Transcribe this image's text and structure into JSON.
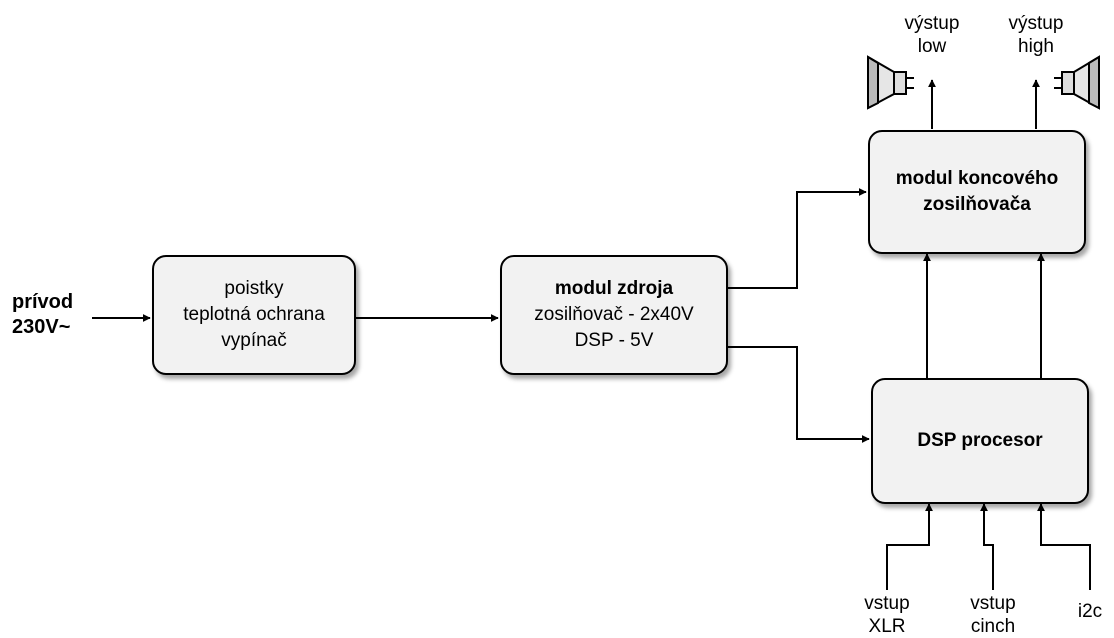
{
  "input": {
    "line1": "prívod",
    "line2": "230V~"
  },
  "protection": {
    "line1": "poistky",
    "line2": "teplotná ochrana",
    "line3": "vypínač"
  },
  "power": {
    "title": "modul zdroja",
    "line2": "zosilňovač - 2x40V",
    "line3": "DSP - 5V"
  },
  "amp": {
    "line1": "modul koncového",
    "line2": "zosilňovača"
  },
  "dsp": {
    "title": "DSP procesor"
  },
  "outputs": [
    {
      "line1": "výstup",
      "line2": "low"
    },
    {
      "line1": "výstup",
      "line2": "high"
    }
  ],
  "inputs": [
    {
      "line1": "vstup",
      "line2": "XLR"
    },
    {
      "line1": "vstup",
      "line2": "cinch"
    },
    {
      "line1": "i2c",
      "line2": ""
    }
  ],
  "icons": {
    "speaker_left": "speaker-icon",
    "speaker_right": "speaker-icon"
  },
  "colors": {
    "stroke": "#000000",
    "box_fill": "#f2f2f2"
  }
}
